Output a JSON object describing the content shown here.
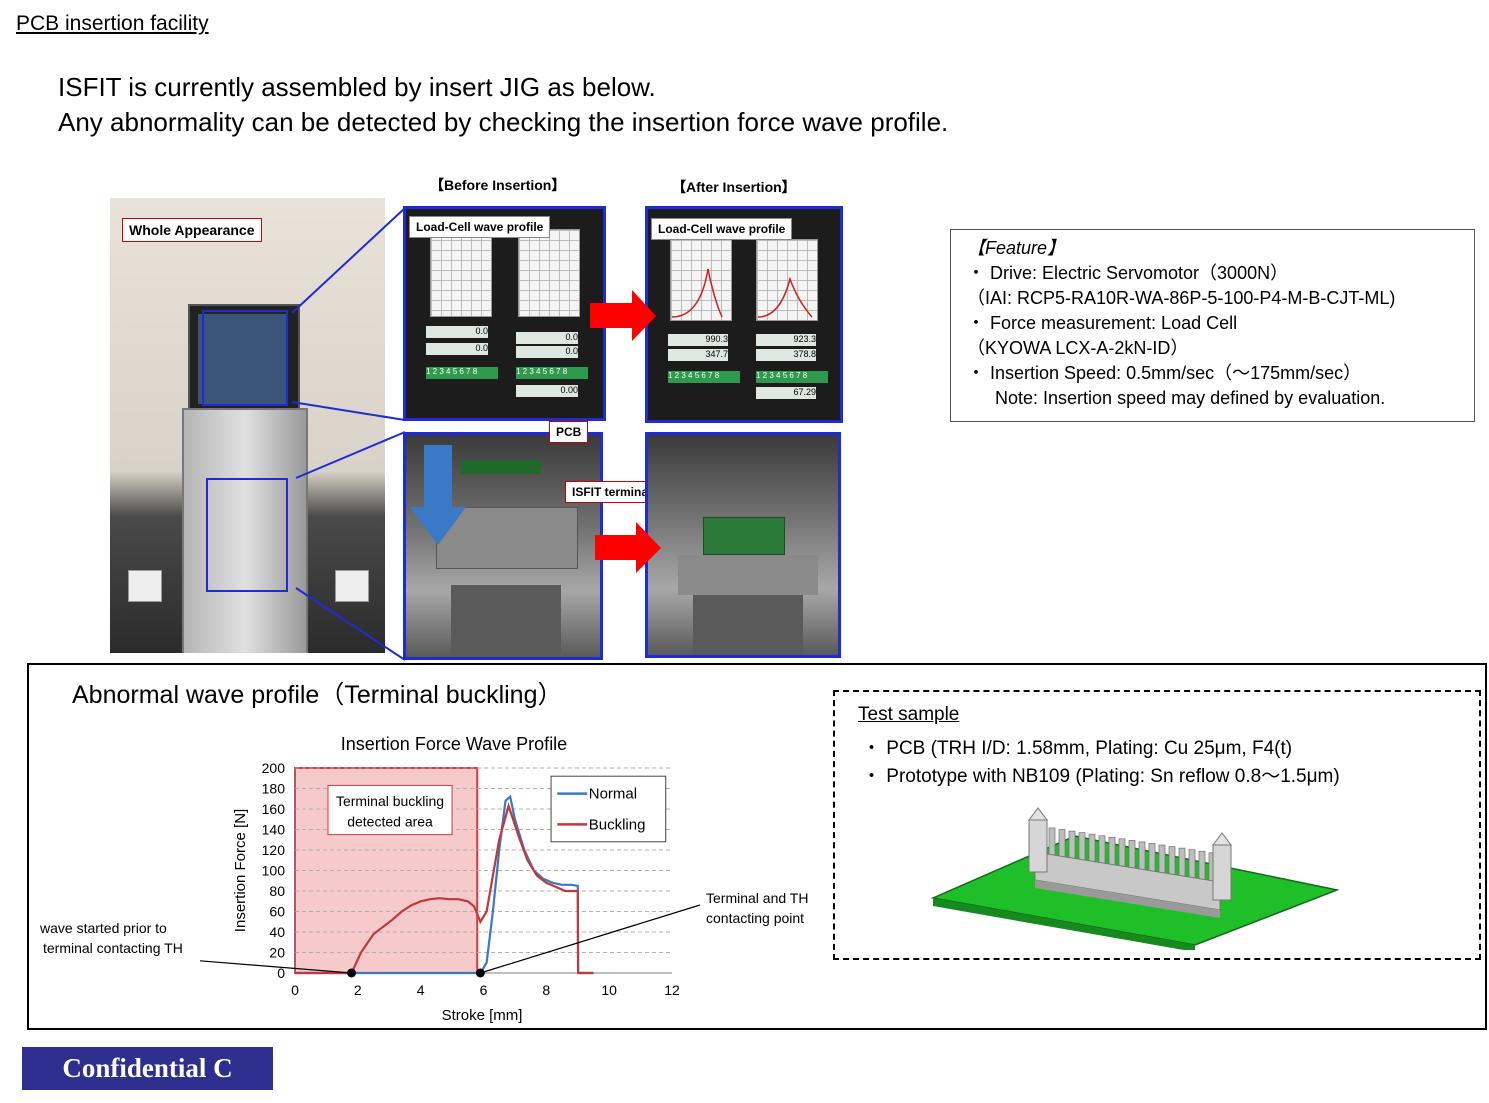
{
  "page_title": "PCB insertion facility",
  "intro": {
    "line1": "ISFIT is currently assembled by insert JIG as below.",
    "line2": "Any abnormality can be detected by checking the insertion force wave profile."
  },
  "photos": {
    "before_caption": "【Before Insertion】",
    "after_caption": "【After Insertion】",
    "whole_appearance": "Whole Appearance",
    "load_cell_label": "Load-Cell wave profile",
    "pcb_label": "PCB",
    "isfit_terminal_label": "ISFIT terminal",
    "screen_before_values": [
      "0.0",
      "0.0",
      "0.00"
    ],
    "screen_after_values": [
      "990.3",
      "347.7",
      "923.3",
      "378.8",
      "67.29"
    ],
    "keypad": "1 2 3 4 5 6 7 8"
  },
  "feature": {
    "heading": "【Feature】",
    "lines": [
      "・  Drive: Electric Servomotor（3000N）",
      "（IAI: RCP5-RA10R-WA-86P-5-100-P4-M-B-CJT-ML)",
      "・  Force measurement: Load Cell",
      "（KYOWA LCX-A-2kN-ID）",
      "・  Insertion Speed: 0.5mm/sec（～175mm/sec）",
      "Note: Insertion speed may defined by evaluation."
    ]
  },
  "abnormal": {
    "heading": "Abnormal wave profile（Terminal buckling）",
    "annotation_left": [
      "wave started prior to",
      "terminal contacting TH"
    ],
    "annotation_right": [
      "Terminal and TH",
      "contacting point"
    ],
    "detected_area": [
      "Terminal buckling",
      "detected area"
    ]
  },
  "test_sample": {
    "heading": "Test sample",
    "lines": [
      "・  PCB (TRH I/D: 1.58mm, Plating: Cu 25μm, F4(t)",
      "・  Prototype with NB109 (Plating: Sn reflow 0.8～1.5μm)"
    ]
  },
  "confidential": "Confidential C",
  "colors": {
    "normal": "#3b78c2",
    "buckling": "#c0393b",
    "area_fill": "#f6c9cb",
    "area_border": "#d9393b",
    "frame_blue": "#1f2bd6",
    "arrow_red": "#ff0000"
  },
  "chart_data": {
    "type": "line",
    "title": "Insertion Force Wave Profile",
    "xlabel": "Stroke [mm]",
    "ylabel": "Insertion Force [N]",
    "xlim": [
      0,
      12
    ],
    "ylim": [
      0,
      200
    ],
    "xticks": [
      0,
      2,
      4,
      6,
      8,
      10,
      12
    ],
    "yticks": [
      0,
      20,
      40,
      60,
      80,
      100,
      120,
      140,
      160,
      180,
      200
    ],
    "grid": true,
    "legend": "top-right",
    "series": [
      {
        "name": "Normal",
        "x": [
          0,
          5.9,
          6.1,
          6.3,
          6.5,
          6.7,
          6.85,
          7.0,
          7.3,
          7.6,
          7.9,
          8.2,
          8.5,
          8.8,
          9.0,
          9.01,
          9.5
        ],
        "y": [
          0,
          0,
          10,
          60,
          120,
          168,
          172,
          150,
          120,
          100,
          92,
          88,
          86,
          86,
          85,
          0,
          0
        ]
      },
      {
        "name": "Buckling",
        "x": [
          0,
          1.8,
          2.1,
          2.5,
          2.8,
          3.1,
          3.4,
          3.7,
          4.0,
          4.3,
          4.6,
          4.9,
          5.2,
          5.5,
          5.7,
          5.9,
          6.1,
          6.3,
          6.5,
          6.8,
          7.1,
          7.4,
          7.7,
          8.0,
          8.3,
          8.6,
          9.0,
          9.01,
          9.5
        ],
        "y": [
          0,
          0,
          20,
          38,
          45,
          52,
          60,
          66,
          70,
          72,
          73,
          72,
          72,
          70,
          65,
          50,
          60,
          95,
          130,
          163,
          135,
          110,
          95,
          88,
          84,
          80,
          80,
          0,
          0
        ]
      }
    ]
  }
}
